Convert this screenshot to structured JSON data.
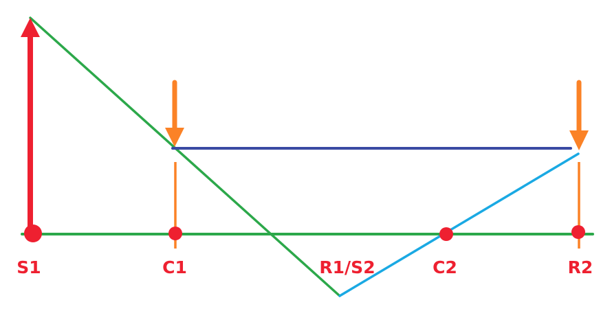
{
  "colors": {
    "baseline": "#2ca84a",
    "descending_line": "#2ca84a",
    "ascending_line": "#1aa9e3",
    "horizontal_line": "#3a4aa3",
    "orange": "#fb8226",
    "red": "#ee2030"
  },
  "labels": {
    "s1": "S1",
    "c1": "C1",
    "r1s2": "R1/S2",
    "c2": "C2",
    "r2": "R2"
  },
  "icons": {
    "up_arrow": "arrow-up-icon",
    "down_arrow": "arrow-down-icon"
  }
}
